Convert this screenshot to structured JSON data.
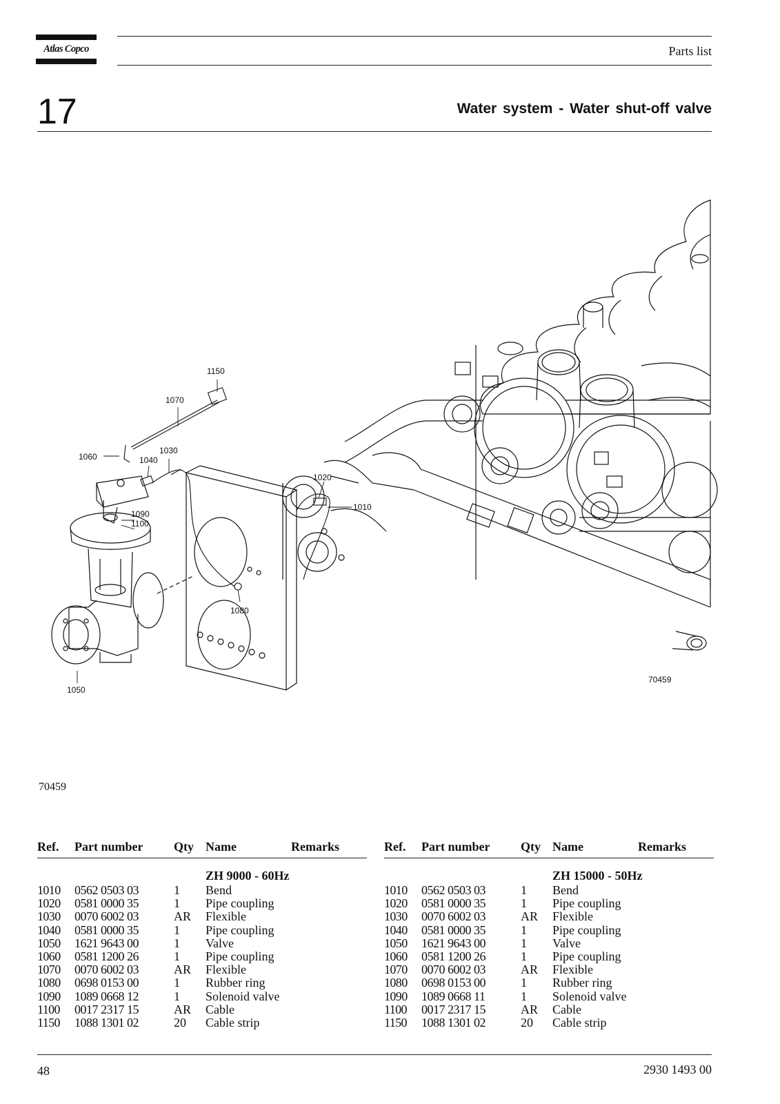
{
  "header": {
    "logo_text": "Atlas Copco",
    "section_label": "Parts list"
  },
  "chapter": {
    "number": "17",
    "title": "Water system - Water shut-off valve"
  },
  "drawing": {
    "callouts": {
      "c1150": "1150",
      "c1070": "1070",
      "c1060": "1060",
      "c1040": "1040",
      "c1030": "1030",
      "c1020": "1020",
      "c1010": "1010",
      "c1090": "1090",
      "c1100": "1100",
      "c1080": "1080",
      "c1050": "1050"
    },
    "figure_code": "70459"
  },
  "figure_number": "70459",
  "table_headers": {
    "ref": "Ref.",
    "part_number": "Part number",
    "qty": "Qty",
    "name": "Name",
    "remarks": "Remarks"
  },
  "tables": [
    {
      "model": "ZH 9000 - 60Hz",
      "rows": [
        {
          "ref": "1010",
          "part_number": "0562 0503 03",
          "qty": "1",
          "name": "Bend",
          "remarks": ""
        },
        {
          "ref": "1020",
          "part_number": "0581 0000 35",
          "qty": "1",
          "name": "Pipe coupling",
          "remarks": ""
        },
        {
          "ref": "1030",
          "part_number": "0070 6002 03",
          "qty": "AR",
          "name": "Flexible",
          "remarks": ""
        },
        {
          "ref": "1040",
          "part_number": "0581 0000 35",
          "qty": "1",
          "name": "Pipe coupling",
          "remarks": ""
        },
        {
          "ref": "1050",
          "part_number": "1621 9643 00",
          "qty": "1",
          "name": "Valve",
          "remarks": ""
        },
        {
          "ref": "1060",
          "part_number": "0581 1200 26",
          "qty": "1",
          "name": "Pipe coupling",
          "remarks": ""
        },
        {
          "ref": "1070",
          "part_number": "0070 6002 03",
          "qty": "AR",
          "name": "Flexible",
          "remarks": ""
        },
        {
          "ref": "1080",
          "part_number": "0698 0153 00",
          "qty": "1",
          "name": "Rubber ring",
          "remarks": ""
        },
        {
          "ref": "1090",
          "part_number": "1089 0668 12",
          "qty": "1",
          "name": "Solenoid valve",
          "remarks": ""
        },
        {
          "ref": "1100",
          "part_number": "0017 2317 15",
          "qty": "AR",
          "name": "Cable",
          "remarks": ""
        },
        {
          "ref": "1150",
          "part_number": "1088 1301 02",
          "qty": "20",
          "name": "Cable strip",
          "remarks": ""
        }
      ]
    },
    {
      "model": "ZH 15000 - 50Hz",
      "rows": [
        {
          "ref": "1010",
          "part_number": "0562 0503 03",
          "qty": "1",
          "name": "Bend",
          "remarks": ""
        },
        {
          "ref": "1020",
          "part_number": "0581 0000 35",
          "qty": "1",
          "name": "Pipe coupling",
          "remarks": ""
        },
        {
          "ref": "1030",
          "part_number": "0070 6002 03",
          "qty": "AR",
          "name": "Flexible",
          "remarks": ""
        },
        {
          "ref": "1040",
          "part_number": "0581 0000 35",
          "qty": "1",
          "name": "Pipe coupling",
          "remarks": ""
        },
        {
          "ref": "1050",
          "part_number": "1621 9643 00",
          "qty": "1",
          "name": "Valve",
          "remarks": ""
        },
        {
          "ref": "1060",
          "part_number": "0581 1200 26",
          "qty": "1",
          "name": "Pipe coupling",
          "remarks": ""
        },
        {
          "ref": "1070",
          "part_number": "0070 6002 03",
          "qty": "AR",
          "name": "Flexible",
          "remarks": ""
        },
        {
          "ref": "1080",
          "part_number": "0698 0153 00",
          "qty": "1",
          "name": "Rubber ring",
          "remarks": ""
        },
        {
          "ref": "1090",
          "part_number": "1089 0668 11",
          "qty": "1",
          "name": "Solenoid valve",
          "remarks": ""
        },
        {
          "ref": "1100",
          "part_number": "0017 2317 15",
          "qty": "AR",
          "name": "Cable",
          "remarks": ""
        },
        {
          "ref": "1150",
          "part_number": "1088 1301 02",
          "qty": "20",
          "name": "Cable strip",
          "remarks": ""
        }
      ]
    }
  ],
  "footer": {
    "page_number": "48",
    "document_number": "2930 1493 00"
  }
}
